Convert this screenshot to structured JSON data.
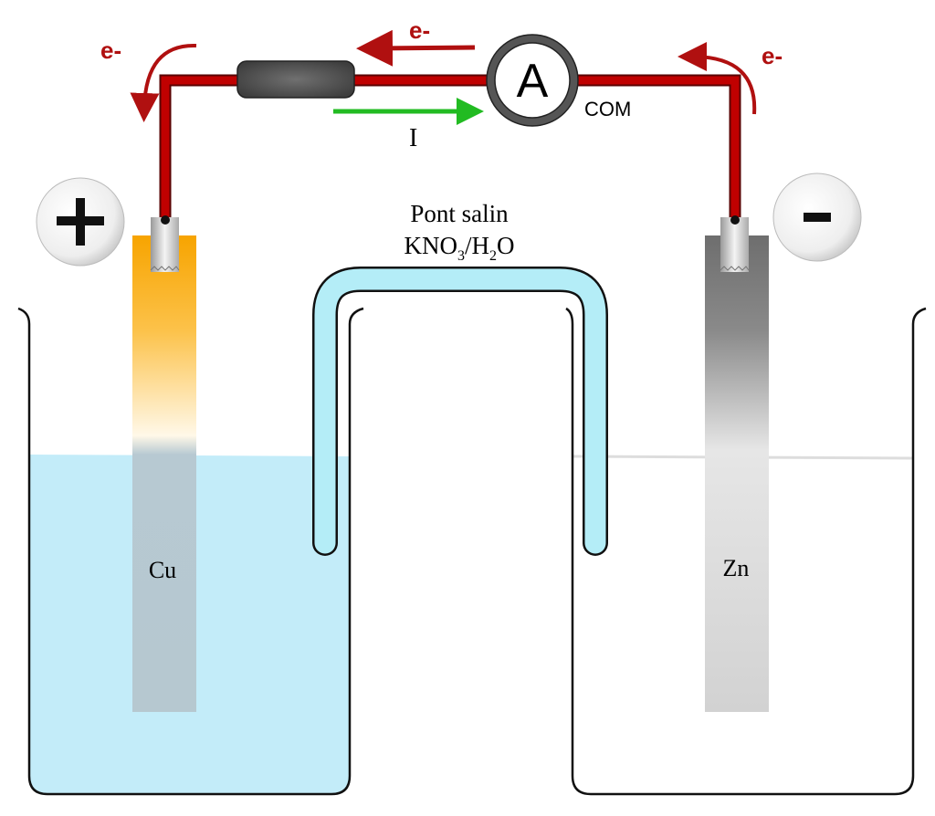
{
  "labels": {
    "electron_top": "e-",
    "electron_left": "e-",
    "electron_right": "e-",
    "current": "I",
    "ammeter": "A",
    "com": "COM",
    "positive": "+",
    "negative": "-",
    "salt_bridge_title": "Pont salin",
    "salt_bridge_formula": {
      "k": "KNO",
      "s1": "3",
      "mid": "/H",
      "s2": "2",
      "end": "O"
    },
    "cathode": "Cu",
    "anode": "Zn"
  },
  "colors": {
    "wire": "#b00000",
    "electron_arrow": "#b01010",
    "current_arrow": "#22bb22",
    "solution": "#c3ecf9",
    "salt_bridge": "#b4edf7",
    "copper": "#f5a400",
    "zinc": "#777777"
  }
}
